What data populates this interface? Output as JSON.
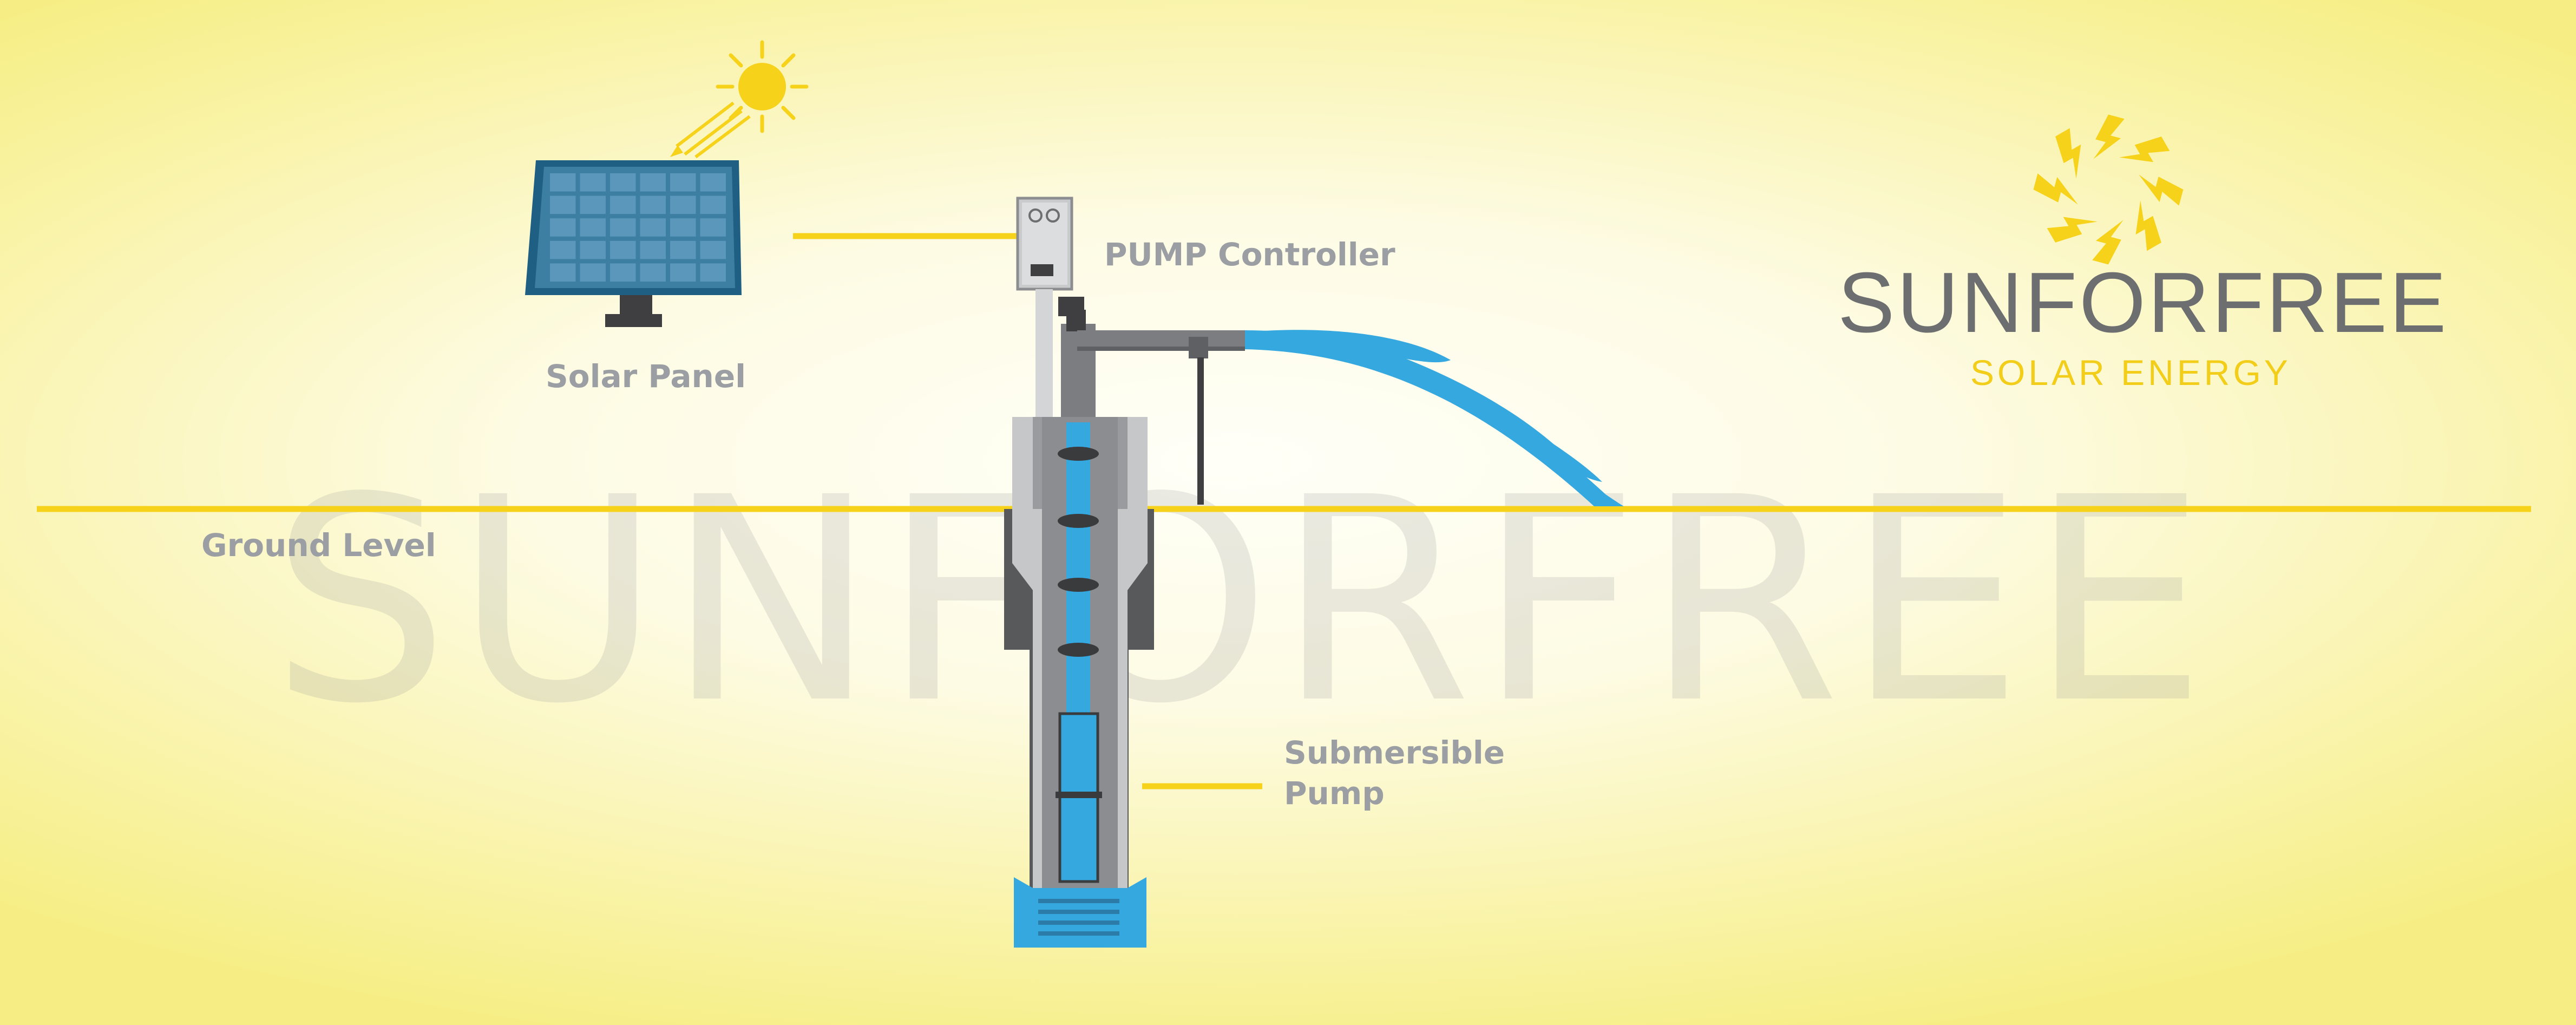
{
  "labels": {
    "solar_panel": "Solar Panel",
    "pump_controller": "PUMP Controller",
    "ground_level": "Ground Level",
    "submersible_line1": "Submersible",
    "submersible_line2": "Pump"
  },
  "brand": {
    "name": "SUNFORFREE",
    "tagline": "SOLAR ENERGY",
    "watermark": "SUNFORFREE"
  },
  "colors": {
    "accent_yellow": "#f6d21b",
    "panel_blue": "#1f5f84",
    "water_blue": "#35a8e0",
    "pump_grey": "#8c8d90",
    "label_grey": "#9b9ea2",
    "brand_grey": "#6d6e70"
  },
  "icons": [
    "sun-icon",
    "lightning-sun-icon",
    "solar-panel-icon",
    "pump-controller-icon",
    "submersible-pump-icon",
    "water-stream-icon"
  ]
}
